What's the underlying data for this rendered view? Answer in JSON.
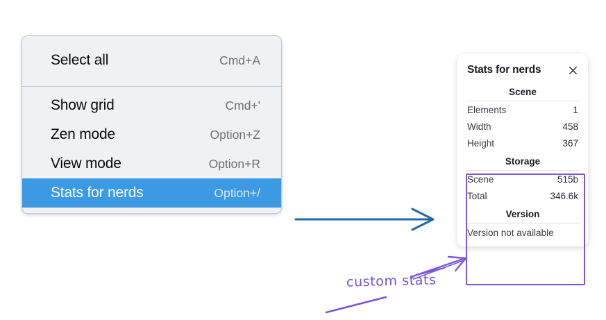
{
  "menu": {
    "sections": [
      {
        "items": [
          {
            "label": "Select all",
            "shortcut": "Cmd+A",
            "selected": false
          }
        ]
      },
      {
        "items": [
          {
            "label": "Show grid",
            "shortcut": "Cmd+'",
            "selected": false
          },
          {
            "label": "Zen mode",
            "shortcut": "Option+Z",
            "selected": false
          },
          {
            "label": "View mode",
            "shortcut": "Option+R",
            "selected": false
          },
          {
            "label": "Stats for nerds",
            "shortcut": "Option+/",
            "selected": true
          }
        ]
      }
    ],
    "highlight_color": "#3c9ae4",
    "background_color": "#f0f1f3"
  },
  "stats_panel": {
    "title": "Stats for nerds",
    "close_icon": "close-icon",
    "sections": [
      {
        "heading": "Scene",
        "rows": [
          {
            "name": "Elements",
            "value": "1"
          },
          {
            "name": "Width",
            "value": "458"
          },
          {
            "name": "Height",
            "value": "367"
          }
        ]
      },
      {
        "heading": "Storage",
        "rows": [
          {
            "name": "Scene",
            "value": "515b"
          },
          {
            "name": "Total",
            "value": "346.6k"
          }
        ]
      },
      {
        "heading": "Version",
        "single_line": "Version not available"
      }
    ]
  },
  "annotations": {
    "handwritten_note": "custom stats",
    "note_color": "#6f52d9",
    "arrow_color": "#7b55d6",
    "flow_arrow_color": "#1f69a8"
  }
}
